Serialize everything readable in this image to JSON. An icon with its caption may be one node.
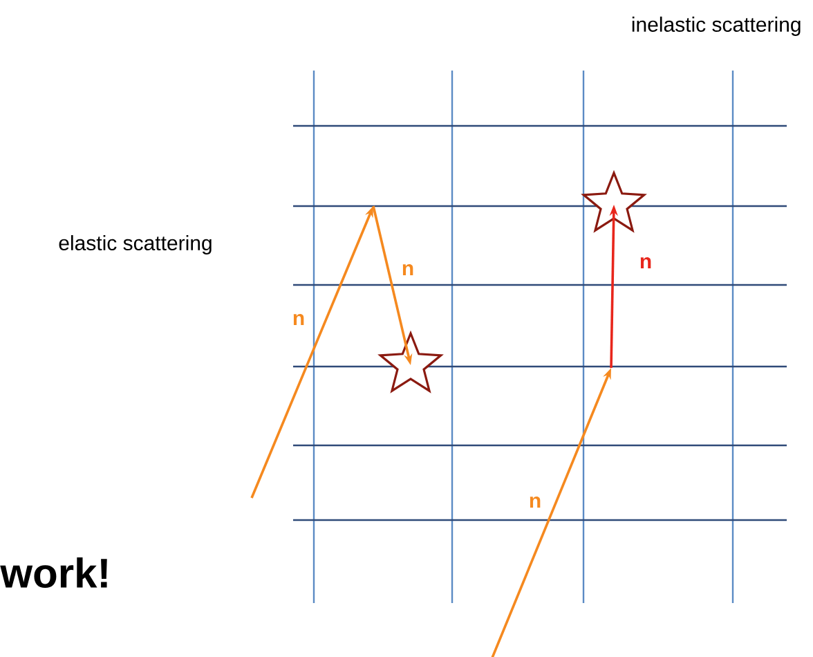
{
  "diagram": {
    "nodes": [
      {
        "text": [],
        "shape": "star"
      },
      {
        "text": [],
        "shape": "star"
      }
    ],
    "edges": [
      {
        "from": null,
        "to": 0,
        "arrow": "to",
        "label": "n",
        "color": "#f5891f"
      },
      {
        "from": null,
        "to": 1,
        "arrow": "to",
        "label": "n",
        "color": "#e8261c"
      }
    ],
    "labels": [
      "inelastic scattering",
      "elastic scattering",
      "n",
      "n",
      "work!"
    ]
  }
}
